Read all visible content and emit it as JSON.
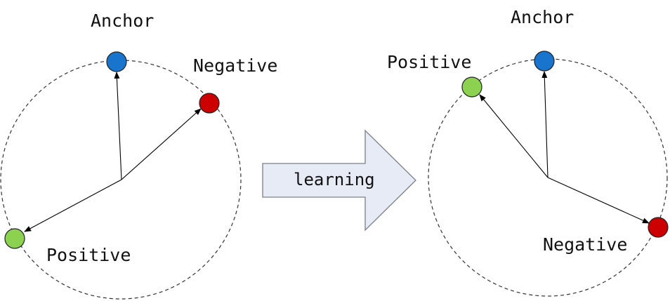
{
  "colors": {
    "anchor": "#1874cd",
    "negative": "#cc0000",
    "positive": "#8cd250"
  },
  "before": {
    "anchor_label": "Anchor",
    "negative_label": "Negative",
    "positive_label": "Positive"
  },
  "arrow": {
    "label": "learning"
  },
  "after": {
    "anchor_label": "Anchor",
    "negative_label": "Negative",
    "positive_label": "Positive"
  }
}
